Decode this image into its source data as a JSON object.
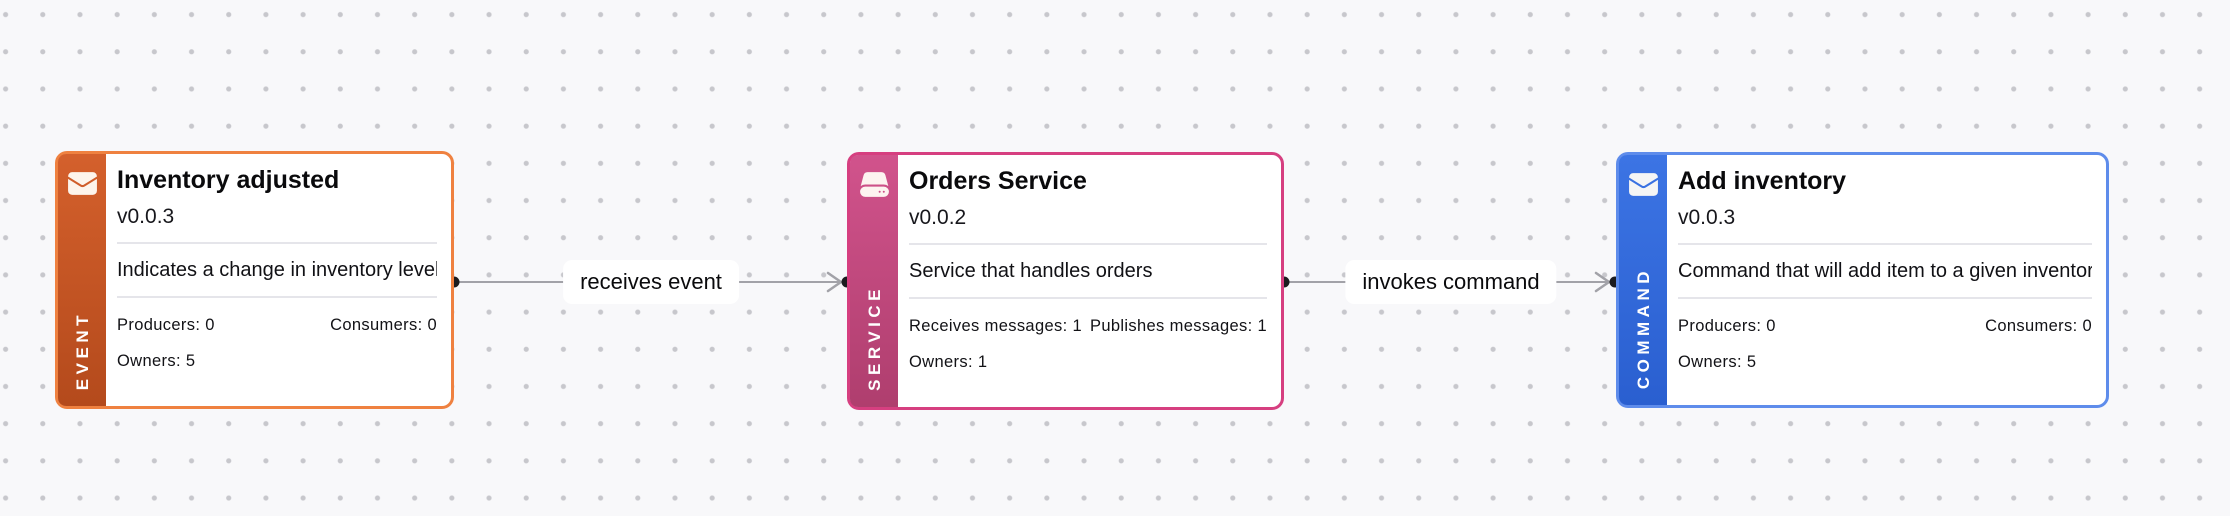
{
  "diagram": {
    "background_color": "#F8F8FA",
    "grid_dot_color": "#C7C7CC",
    "edge_line_color": "#A2A2A8",
    "edge_handle_color": "#1C1C1F",
    "separator_color": "#E5E5EA"
  },
  "nodes": [
    {
      "type_label": "EVENT",
      "icon": "envelope-icon",
      "title": "Inventory adjusted",
      "version": "v0.0.3",
      "description": "Indicates a change in inventory level",
      "stat_left": "Producers: 0",
      "stat_right": "Consumers: 0",
      "stat_owners": "Owners: 5",
      "accent_top": "#D4602C",
      "accent_bottom": "#B44A1C",
      "border_color": "#EF8140"
    },
    {
      "type_label": "SERVICE",
      "icon": "server-icon",
      "title": "Orders Service",
      "version": "v0.0.2",
      "description": "Service that handles orders",
      "stat_left": "Receives messages: 1",
      "stat_right": "Publishes messages: 1",
      "stat_owners": "Owners: 1",
      "accent_top": "#D1538C",
      "accent_bottom": "#AF3E6E",
      "border_color": "#D63F80"
    },
    {
      "type_label": "COMMAND",
      "icon": "envelope-icon",
      "title": "Add inventory",
      "version": "v0.0.3",
      "description": "Command that will add item to a given inventory id",
      "stat_left": "Producers: 0",
      "stat_right": "Consumers: 0",
      "stat_owners": "Owners: 5",
      "accent_top": "#3C74E4",
      "accent_bottom": "#2A5FD0",
      "border_color": "#5E8CEB"
    }
  ],
  "edges": [
    {
      "label": "receives event"
    },
    {
      "label": "invokes command"
    }
  ]
}
